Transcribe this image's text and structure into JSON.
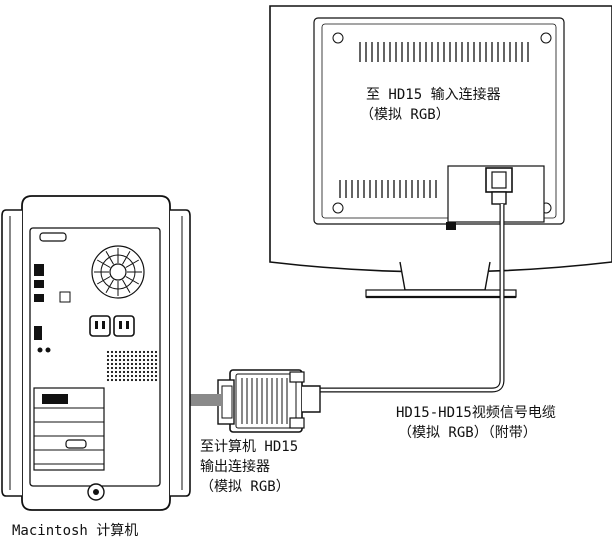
{
  "labels": {
    "monitor_input_line1": "至 HD15 输入连接器",
    "monitor_input_line2": "（模拟 RGB）",
    "cable_line1": "HD15-HD15视频信号电缆",
    "cable_line2": "（模拟 RGB）（附带）",
    "computer_output_line1": "至计算机 HD15",
    "computer_output_line2": "输出连接器",
    "computer_output_line3": "（模拟 RGB）",
    "computer_name": "Macintosh 计算机"
  }
}
